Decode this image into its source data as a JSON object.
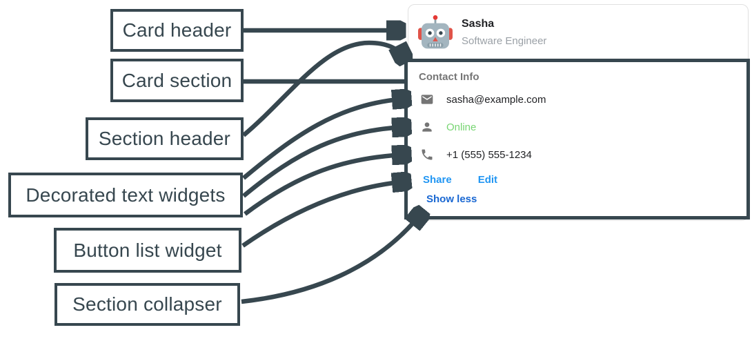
{
  "colors": {
    "annotation": "#37474F",
    "card_border": "#E0E0E0",
    "link_blue": "#2196F3",
    "show_less_blue": "#1967D2",
    "online_green": "#77D572",
    "icon_gray": "#757575",
    "title_gray": "#757575",
    "body_text": "#202124",
    "subtitle_gray": "#9AA0A6"
  },
  "annotations": [
    {
      "label": "Card header"
    },
    {
      "label": "Card section"
    },
    {
      "label": "Section header"
    },
    {
      "label": "Decorated text widgets"
    },
    {
      "label": "Button list widget"
    },
    {
      "label": "Section collapser"
    }
  ],
  "card": {
    "header": {
      "avatar_icon": "robot-avatar",
      "name": "Sasha",
      "subtitle": "Software Engineer"
    },
    "section": {
      "title": "Contact Info",
      "rows": [
        {
          "icon": "email-icon",
          "text": "sasha@example.com"
        },
        {
          "icon": "person-icon",
          "text": "Online"
        },
        {
          "icon": "phone-icon",
          "text": "+1 (555) 555-1234"
        }
      ],
      "buttons": [
        "Share",
        "Edit"
      ],
      "collapser_label": "Show less"
    }
  }
}
